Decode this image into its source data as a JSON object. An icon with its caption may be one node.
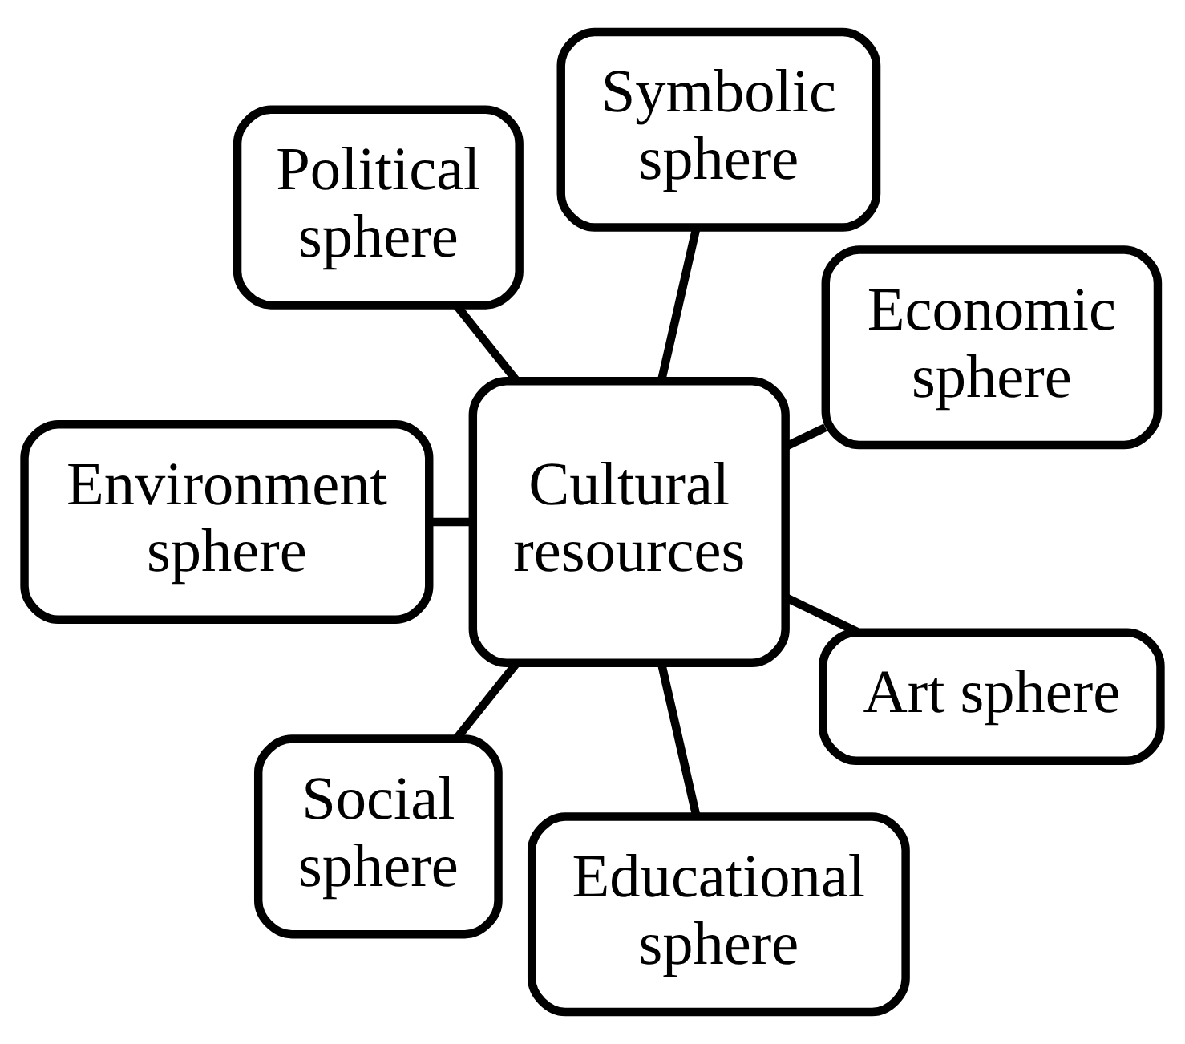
{
  "diagram": {
    "nodes": [
      {
        "text": [
          "Economic sphere"
        ]
      },
      {
        "text": [
          "Symbolic sphere"
        ]
      },
      {
        "text": [
          "Political sphere"
        ]
      },
      {
        "text": [
          "Cultural resources"
        ]
      },
      {
        "text": [
          "Environment sphere"
        ]
      },
      {
        "text": [
          "Social sphere"
        ]
      },
      {
        "text": [
          "Educational sphere"
        ]
      },
      {
        "text": [
          "Art sphere"
        ]
      }
    ],
    "edges": [
      {
        "from": 3,
        "to": 0,
        "arrow": "none"
      },
      {
        "from": 3,
        "to": 2,
        "arrow": "none"
      },
      {
        "from": 3,
        "to": 5,
        "arrow": "none"
      },
      {
        "from": 3,
        "to": 7,
        "arrow": "none"
      },
      {
        "from": 3,
        "to": 6,
        "arrow": "none"
      },
      {
        "from": 3,
        "to": 4,
        "arrow": "none"
      },
      {
        "from": 3,
        "to": 1,
        "arrow": "none"
      }
    ]
  }
}
